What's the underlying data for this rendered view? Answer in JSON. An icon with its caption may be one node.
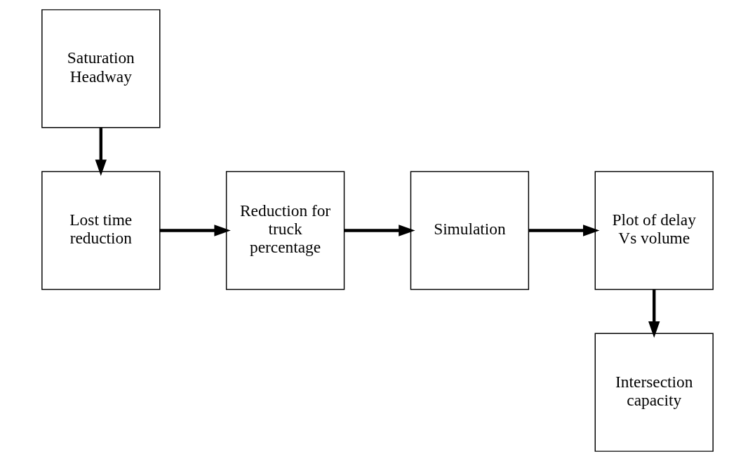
{
  "diagram": {
    "nodes": [
      {
        "text": [
          "Saturation Headway"
        ]
      },
      {
        "text": [
          "Lost time reduction"
        ]
      },
      {
        "text": [
          "Reduction for truck percentage"
        ]
      },
      {
        "text": [
          "Simulation"
        ]
      },
      {
        "text": [
          "Plot of delay Vs volume"
        ]
      },
      {
        "text": [
          "Intersection capacity"
        ]
      }
    ],
    "edges": [
      {
        "from": 0,
        "to": 1,
        "arrow": "to"
      },
      {
        "from": 1,
        "to": 2,
        "arrow": "to"
      },
      {
        "from": 2,
        "to": 3,
        "arrow": "to"
      },
      {
        "from": 3,
        "to": 4,
        "arrow": "to"
      },
      {
        "from": 4,
        "to": 5,
        "arrow": "to"
      }
    ]
  }
}
